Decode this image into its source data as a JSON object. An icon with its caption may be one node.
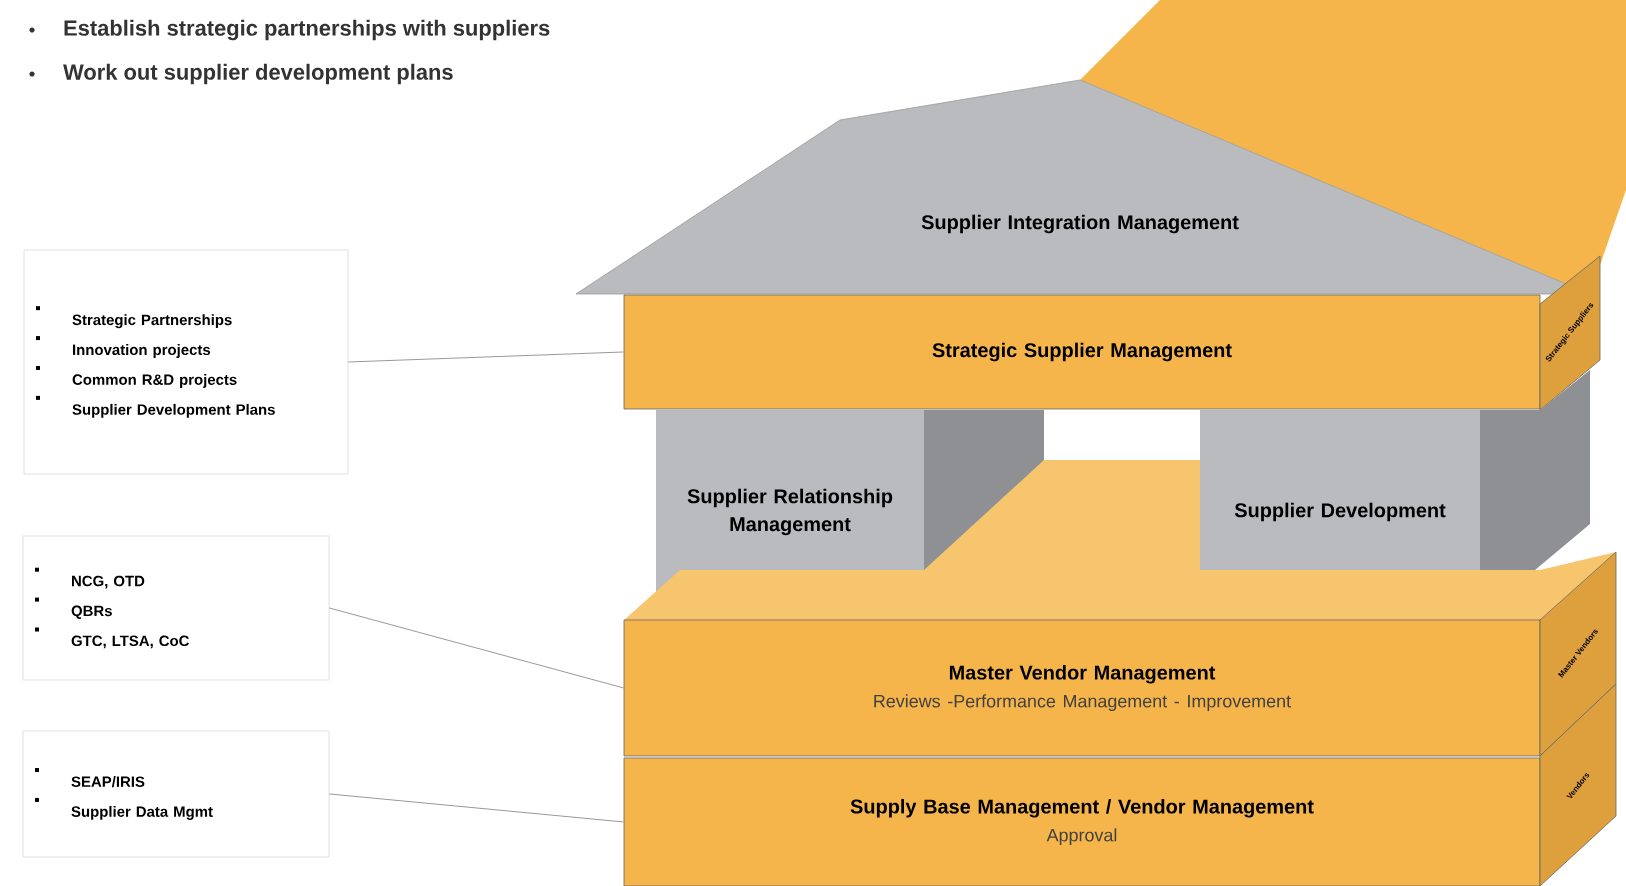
{
  "diagram": {
    "nodes": [
      {
        "text": [
          "Supplier Integration Management"
        ]
      },
      {
        "text": [
          "Strategic Supplier Management"
        ],
        "beside": [
          "Strategic Suppliers"
        ]
      },
      {
        "text": [
          "Supplier Relationship Management"
        ]
      },
      {
        "text": [
          "Supplier Development"
        ]
      },
      {
        "text": [
          "Master Vendor Management",
          "Reviews -Performance Management - Improvement"
        ],
        "beside": [
          "Master Vendors"
        ]
      },
      {
        "text": [
          "Supply Base Management / Vendor Management",
          "Approval"
        ],
        "beside": [
          "Vendors"
        ]
      },
      {
        "text": [
          "Strategic Partnerships",
          "Innovation projects",
          "Common R&D projects",
          "Supplier Development Plans"
        ]
      },
      {
        "text": [
          "NCG, OTD",
          "QBRs",
          "GTC, LTSA, CoC"
        ]
      },
      {
        "text": [
          "SEAP/IRIS",
          "Supplier Data Mgmt"
        ]
      }
    ],
    "edges": [
      {
        "from": 6,
        "to": 1,
        "arrow": "none"
      },
      {
        "from": 7,
        "to": 4,
        "arrow": "none"
      },
      {
        "from": 8,
        "to": 5,
        "arrow": "none"
      }
    ],
    "labels": [
      "Establish strategic partnerships with suppliers",
      "Work out supplier development plans"
    ]
  }
}
